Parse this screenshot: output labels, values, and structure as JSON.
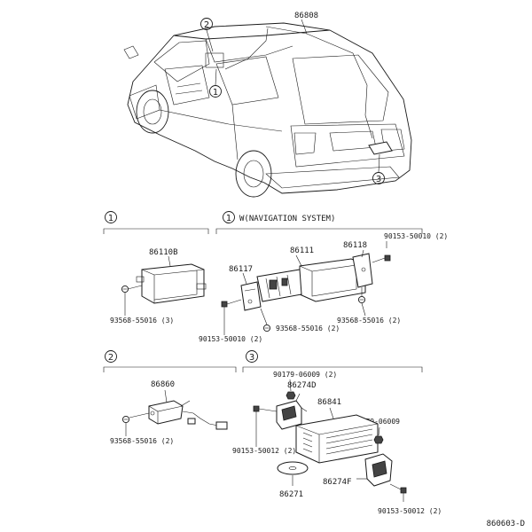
{
  "top": {
    "callout_1": "1",
    "callout_2": "2",
    "callout_3": "3",
    "part_86808": "86808"
  },
  "section_1": {
    "callout": "1",
    "part_86110B": "86110B",
    "fastener_93568_3": "93568-55016 (3)"
  },
  "section_1_nav": {
    "callout": "1",
    "title": "W(NAVIGATION SYSTEM)",
    "part_86111": "86111",
    "part_86118": "86118",
    "part_86117": "86117",
    "fastener_90153_top": "90153-50010 (2)",
    "fastener_93568_right": "93568-55016 (2)",
    "fastener_93568_mid": "93568-55016 (2)",
    "fastener_90153_bottom": "90153-50010 (2)"
  },
  "section_2": {
    "callout": "2",
    "part_86860": "86860",
    "fastener_93568": "93568-55016 (2)"
  },
  "section_3": {
    "callout": "3",
    "fastener_90179_top": "90179-06009 (2)",
    "part_86274D": "86274D",
    "part_86841": "86841",
    "fastener_90179_right": "90179-06009",
    "fastener_90153_left": "90153-50012 (2)",
    "part_86274F": "86274F",
    "part_86271": "86271",
    "fastener_90153_right": "90153-50012 (2)"
  },
  "figure_id": "860603-D"
}
